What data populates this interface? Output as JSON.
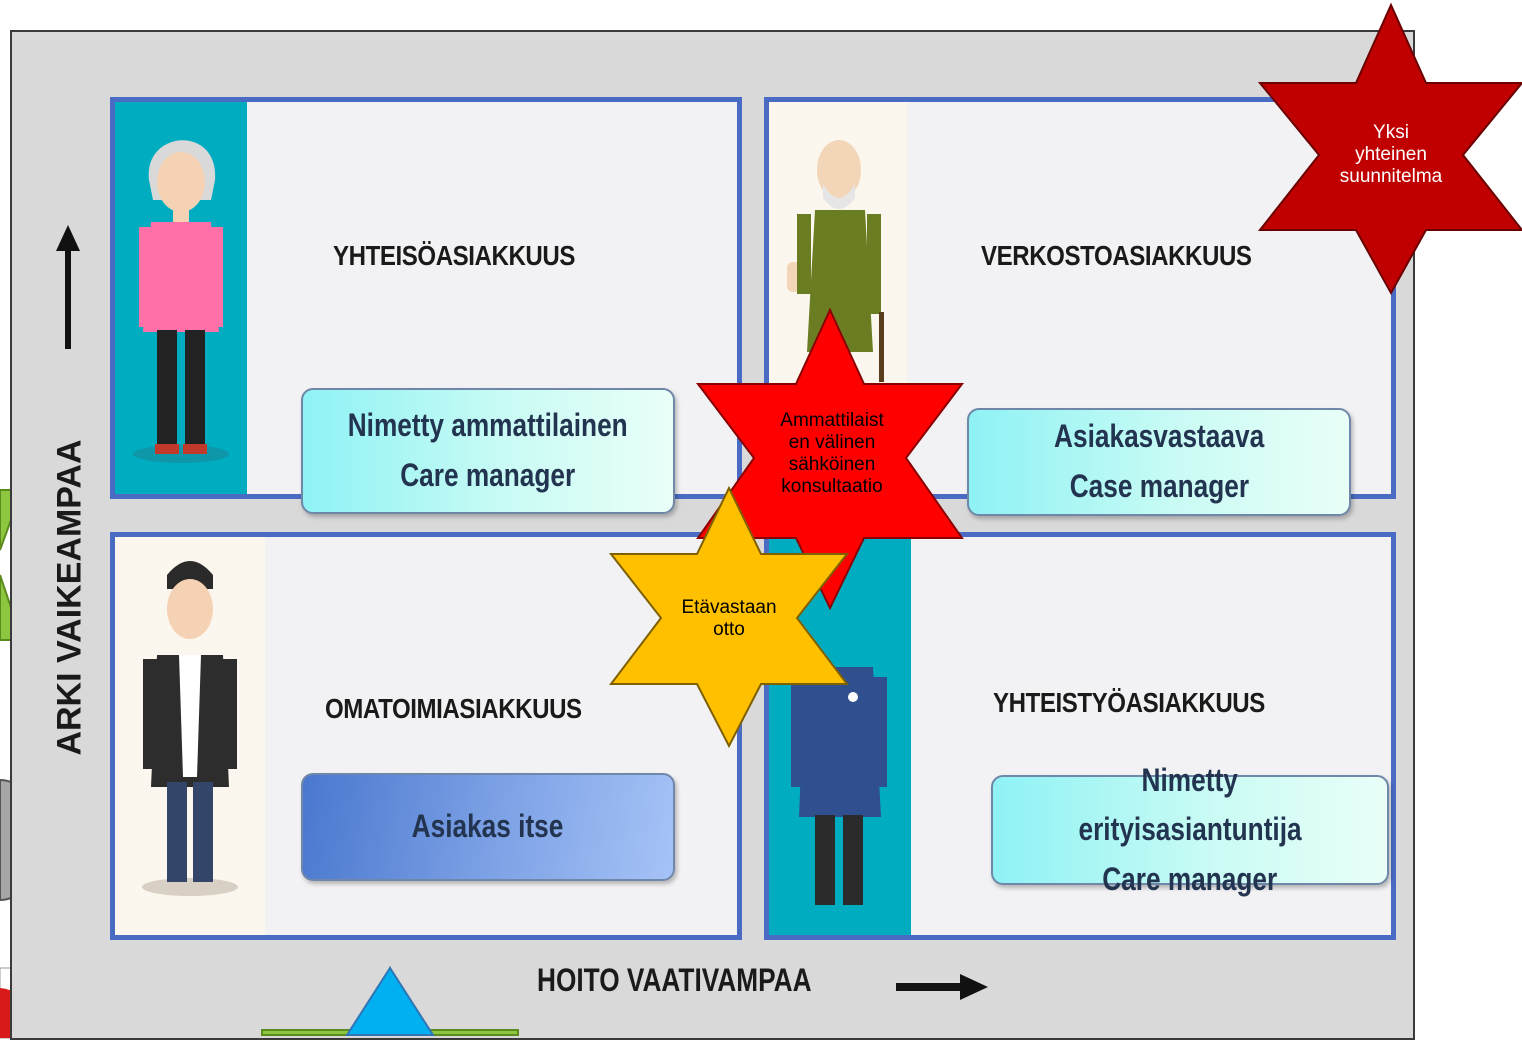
{
  "axes": {
    "y_label": "ARKI VAIKEAMPAA",
    "x_label": "HOITO VAATIVAMPAA"
  },
  "quadrants": [
    {
      "id": "top-left",
      "title": "YHTEISÖASIAKKUUS",
      "role_lines": [
        "Nimetty ammattilainen",
        "Care manager"
      ],
      "person_bg": "#00adc0"
    },
    {
      "id": "top-right",
      "title": "VERKOSTOASIAKKUUS",
      "role_lines": [
        "Asiakasvastaava",
        "Case manager"
      ],
      "person_bg": "#fbf7ee"
    },
    {
      "id": "bottom-left",
      "title": "OMATOIMIASIAKKUUS",
      "role_lines": [
        "Asiakas itse"
      ],
      "person_bg": "#fbf7ee"
    },
    {
      "id": "bottom-right",
      "title": "YHTEISTYÖASIAKKUUS",
      "role_lines": [
        "Nimetty",
        "erityisasiantuntija",
        "Care manager"
      ],
      "person_bg": "#00adc0"
    }
  ],
  "stars": [
    {
      "id": "plan",
      "lines": [
        "Yksi",
        "yhteinen",
        "suunnitelma"
      ],
      "fill": "#c00000",
      "text_color": "#ffffff"
    },
    {
      "id": "consultation",
      "lines": [
        "Ammattilaist",
        "en välinen",
        "sähköinen",
        "konsultaatio"
      ],
      "fill": "#ff0000",
      "text_color": "#000000"
    },
    {
      "id": "remote",
      "lines": [
        "Etävastaan",
        "otto"
      ],
      "fill": "#ffc000",
      "text_color": "#000000"
    }
  ],
  "colors": {
    "frame_bg": "#d9d9d9",
    "quadrant_border": "#4a6bc4",
    "quadrant_bg": "#f2f2f4",
    "teal_panel": "#00adc0"
  }
}
